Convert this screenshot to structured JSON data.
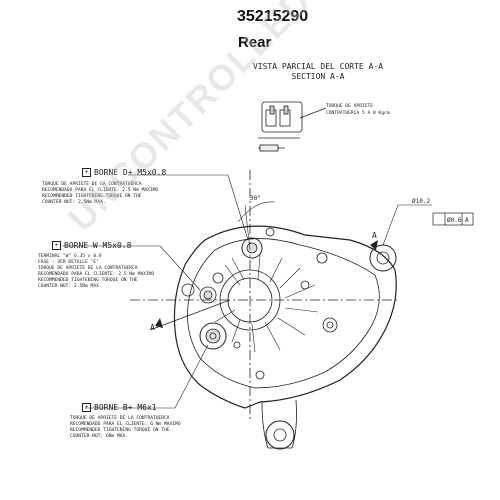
{
  "header": {
    "part_number": "35215290",
    "view": "Rear"
  },
  "section_view": {
    "line1": "VISTA PARCIAL DEL CORTE A-A",
    "line2": "SECTION A-A",
    "torque_label": "TORQUE DE APRIETE",
    "torque_value": "CONTRATUERCA 5 A 8 Kgcm"
  },
  "callouts": {
    "borne_d": "BORNE D+ M5x0.8",
    "borne_d_note": "TORQUE DE APRIETE DE LA CONTRATUERCA\nRECOMENDADO PARA EL CLIENTE: 2.5 Nm MAXIMO\nRECOMMENDED TIGHTENING TORQUE ON THE\nCOUNTER-NUT: 2.5Nm MAX.",
    "borne_w": "BORNE W M5x0.8",
    "borne_w_note": "TERMINAL \"W\" 6.35 x 0.8\nFASE - VER DETALLE \"E\"\nTORQUE DE APRIETE DE LA CONTRATUERCA\nRECOMENDADO PARA EL CLIENTE: 2.5 Nm MAXIMO\nRECOMMENDED TIGHTENING TORQUE ON THE\nCOUNTER-NUT: 2.5Nm MAX.",
    "borne_b": "BORNE B+ M6x1",
    "borne_b_note": "TORQUE DE APRIETE DE LA CONTRATUERCA\nRECOMENDADO PARA EL CLIENTE: 6 Nm MAXIMO\nRECOMMENDED TIGHTENING TORQUE ON THE\nCOUNTER-NUT: 6Nm MAX.",
    "dia_label": "Ø10.2",
    "tol_label": "Ø0.6",
    "datum_a": "A",
    "angle_label": "30°",
    "section_a": "A"
  },
  "watermark": "UNCONTROLLED COPY"
}
